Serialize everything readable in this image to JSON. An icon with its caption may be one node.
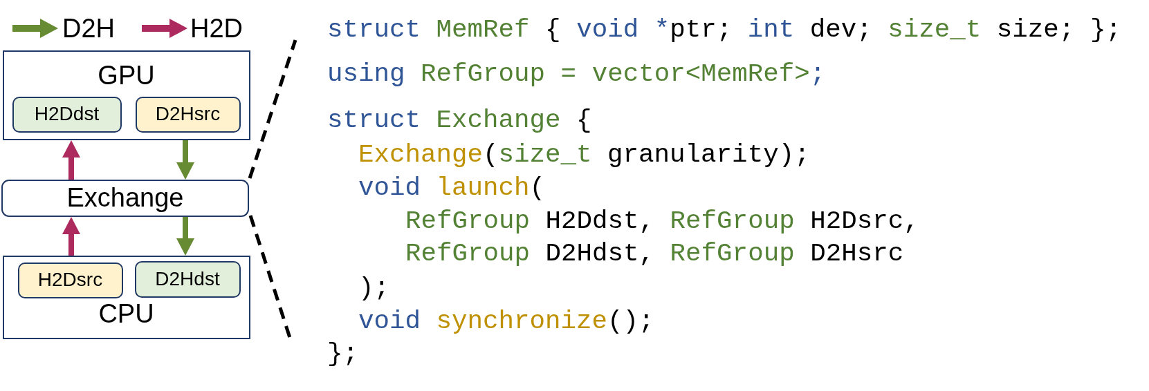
{
  "diagram": {
    "nodes": [
      {
        "text": [
          "GPU"
        ]
      },
      {
        "text": [
          "H2Ddst"
        ],
        "in": 0
      },
      {
        "text": [
          "D2Hsrc"
        ],
        "in": 0
      },
      {
        "text": [
          "Exchange"
        ]
      },
      {
        "text": [
          "CPU"
        ]
      },
      {
        "text": [
          "H2Dsrc"
        ],
        "in": 4
      },
      {
        "text": [
          "D2Hdst"
        ],
        "in": 4
      }
    ],
    "edges": [
      {
        "from": 3,
        "to": 0,
        "arrow": "to",
        "color": "#ad2a5e"
      },
      {
        "from": 0,
        "to": 3,
        "arrow": "to",
        "color": "#668b33"
      },
      {
        "from": 4,
        "to": 3,
        "arrow": "to",
        "color": "#ad2a5e"
      },
      {
        "from": 3,
        "to": 4,
        "arrow": "to",
        "color": "#668b33"
      }
    ],
    "labels": [
      "struct MemRef { void *ptr; int dev; size_t size; };",
      "using RefGroup = vector<MemRef>;",
      "struct Exchange {",
      "Exchange(size_t granularity);",
      "void launch(",
      "RefGroup H2Ddst, RefGroup H2Dsrc,",
      "RefGroup D2Hdst, RefGroup D2Hsrc",
      ");",
      "void synchronize();",
      "};"
    ],
    "legend": [
      {
        "text": "D2H",
        "color": "#668b33"
      },
      {
        "text": "H2D",
        "color": "#ad2a5e"
      }
    ]
  }
}
